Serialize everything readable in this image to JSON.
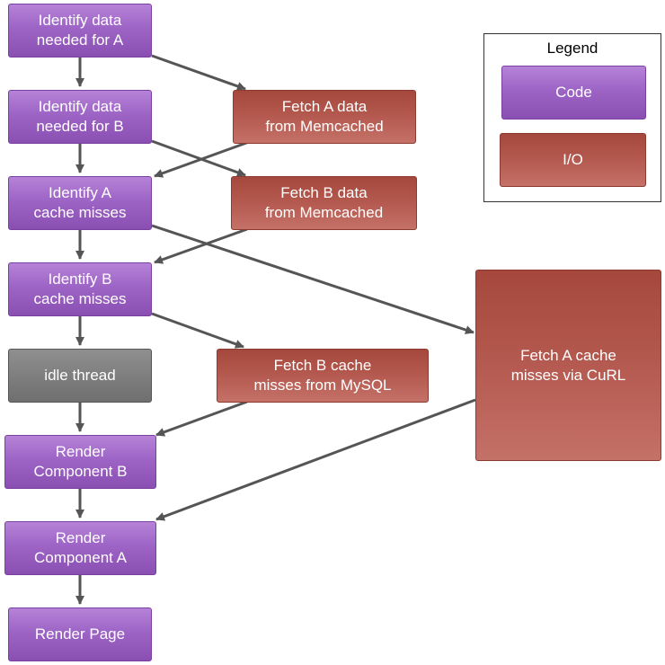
{
  "legend": {
    "title": "Legend",
    "code_label": "Code",
    "io_label": "I/O"
  },
  "nodes": {
    "identify_a_data": "Identify data\nneeded for A",
    "identify_b_data": "Identify data\nneeded for B",
    "identify_a_misses": "Identify A\ncache misses",
    "identify_b_misses": "Identify B\ncache misses",
    "idle_thread": "idle thread",
    "render_b": "Render\nComponent B",
    "render_a": "Render\nComponent A",
    "render_page": "Render Page",
    "fetch_a_memcached": "Fetch A data\nfrom Memcached",
    "fetch_b_memcached": "Fetch B data\nfrom Memcached",
    "fetch_b_mysql": "Fetch B cache\nmisses from MySQL",
    "fetch_a_curl": "Fetch A cache\nmisses via CuRL"
  },
  "colors": {
    "code": "#9d64c5",
    "io": "#b55a50",
    "idle": "#7a7a7a",
    "arrow": "#555555"
  }
}
